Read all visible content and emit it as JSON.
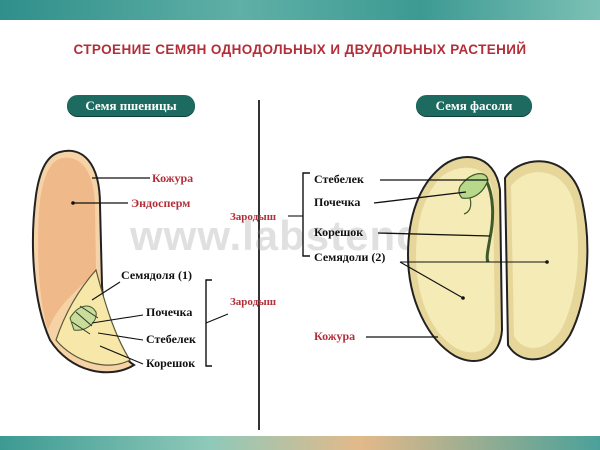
{
  "title": "СТРОЕНИЕ СЕМЯН ОДНОДОЛЬНЫХ И ДВУДОЛЬНЫХ РАСТЕНИЙ",
  "watermark": "www.labstend.ru",
  "wheat": {
    "heading": "Семя пшеницы",
    "labels": {
      "seed_coat": "Кожура",
      "endosperm": "Эндосперм",
      "embryo": "Зародыш",
      "cotyledon": "Семядоля (1)",
      "bud": "Почечка",
      "stem": "Стебелек",
      "root": "Корешок"
    }
  },
  "bean": {
    "heading": "Семя фасоли",
    "labels": {
      "embryo": "Зародыш",
      "stem": "Стебелек",
      "bud": "Почечка",
      "root": "Корешок",
      "cotyledons": "Семядоли (2)",
      "seed_coat": "Кожура"
    }
  },
  "colors": {
    "title": "#b22f39",
    "pill_bg": "#1d6a60",
    "endosperm": "#f6e7a9",
    "seed_coat": "#e9b07e",
    "cotyledon": "#f5e9b0",
    "embryo_green": "#b8d88a"
  }
}
